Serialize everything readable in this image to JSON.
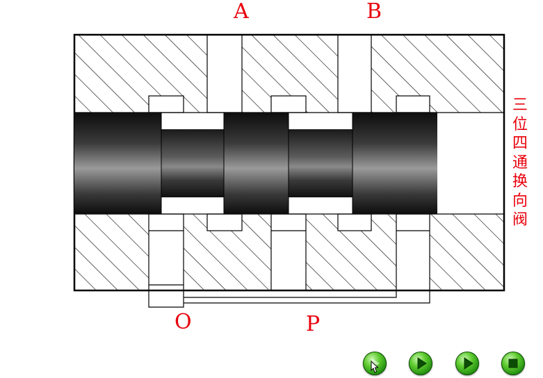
{
  "ports": {
    "A": "A",
    "B": "B",
    "O": "O",
    "P": "P"
  },
  "title_chars": [
    "三",
    "位",
    "四",
    "通",
    "换",
    "向",
    "阀"
  ],
  "colors": {
    "label_red": "#e8000b",
    "button_green": "#2fa518",
    "outline": "#000000"
  },
  "controls": [
    {
      "name": "play-pointer-button",
      "icon": "play-icon"
    },
    {
      "name": "play-button-2",
      "icon": "play-icon"
    },
    {
      "name": "play-button-3",
      "icon": "play-icon"
    },
    {
      "name": "stop-button",
      "icon": "stop-icon"
    }
  ]
}
